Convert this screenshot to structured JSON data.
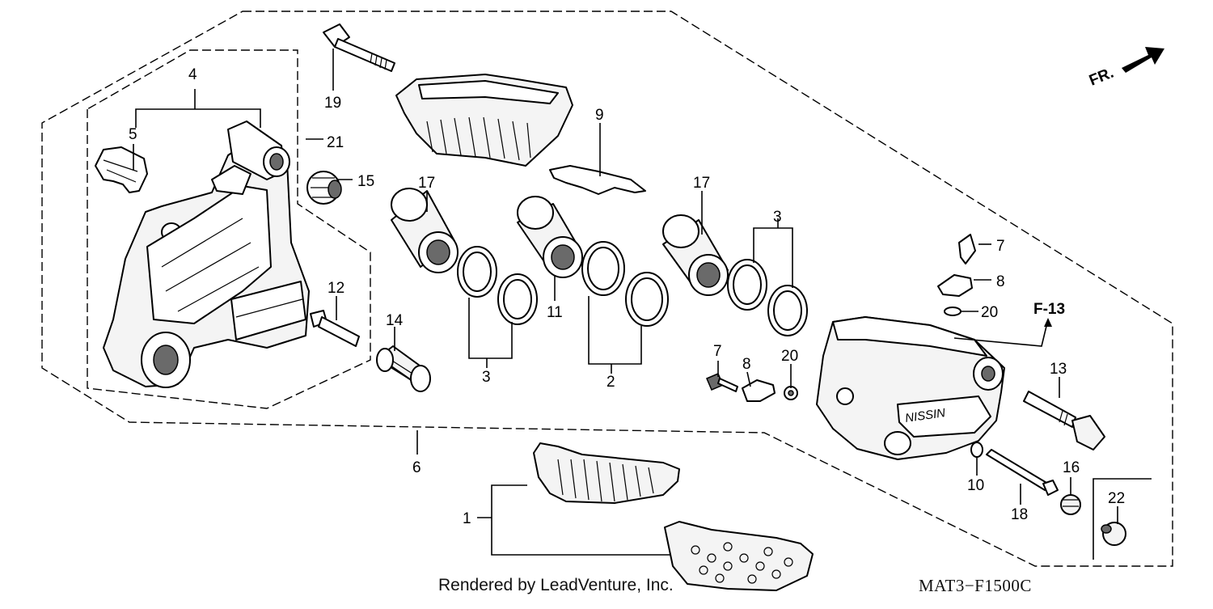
{
  "diagram": {
    "credit": "Rendered by LeadVenture, Inc.",
    "figure_code": "MAT3−F1500C",
    "direction_label": "FR.",
    "reference_label": "F-13",
    "callouts": {
      "c1": "1",
      "c2": "2",
      "c3a": "3",
      "c3b": "3",
      "c4": "4",
      "c5": "5",
      "c6": "6",
      "c7a": "7",
      "c7b": "7",
      "c8a": "8",
      "c8b": "8",
      "c9": "9",
      "c10": "10",
      "c11": "11",
      "c12": "12",
      "c13": "13",
      "c14": "14",
      "c15": "15",
      "c16": "16",
      "c17a": "17",
      "c17b": "17",
      "c18": "18",
      "c19": "19",
      "c20a": "20",
      "c20b": "20",
      "c21": "21",
      "c22": "22"
    }
  }
}
